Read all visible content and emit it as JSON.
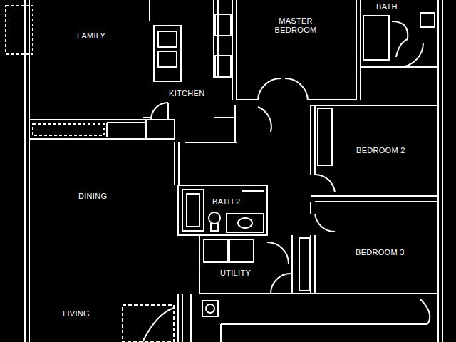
{
  "diagram": {
    "nodes": [
      {
        "text": [
          "FAMILY"
        ]
      },
      {
        "text": [
          "KITCHEN"
        ]
      },
      {
        "text": [
          "MASTER BEDROOM"
        ]
      },
      {
        "text": [
          "BATH"
        ]
      },
      {
        "text": [
          "BEDROOM 2"
        ]
      },
      {
        "text": [
          "BATH 2"
        ]
      },
      {
        "text": [
          "BEDROOM 3"
        ]
      },
      {
        "text": [
          "UTILITY"
        ]
      },
      {
        "text": [
          "DINING"
        ]
      },
      {
        "text": [
          "LIVING"
        ]
      }
    ]
  }
}
